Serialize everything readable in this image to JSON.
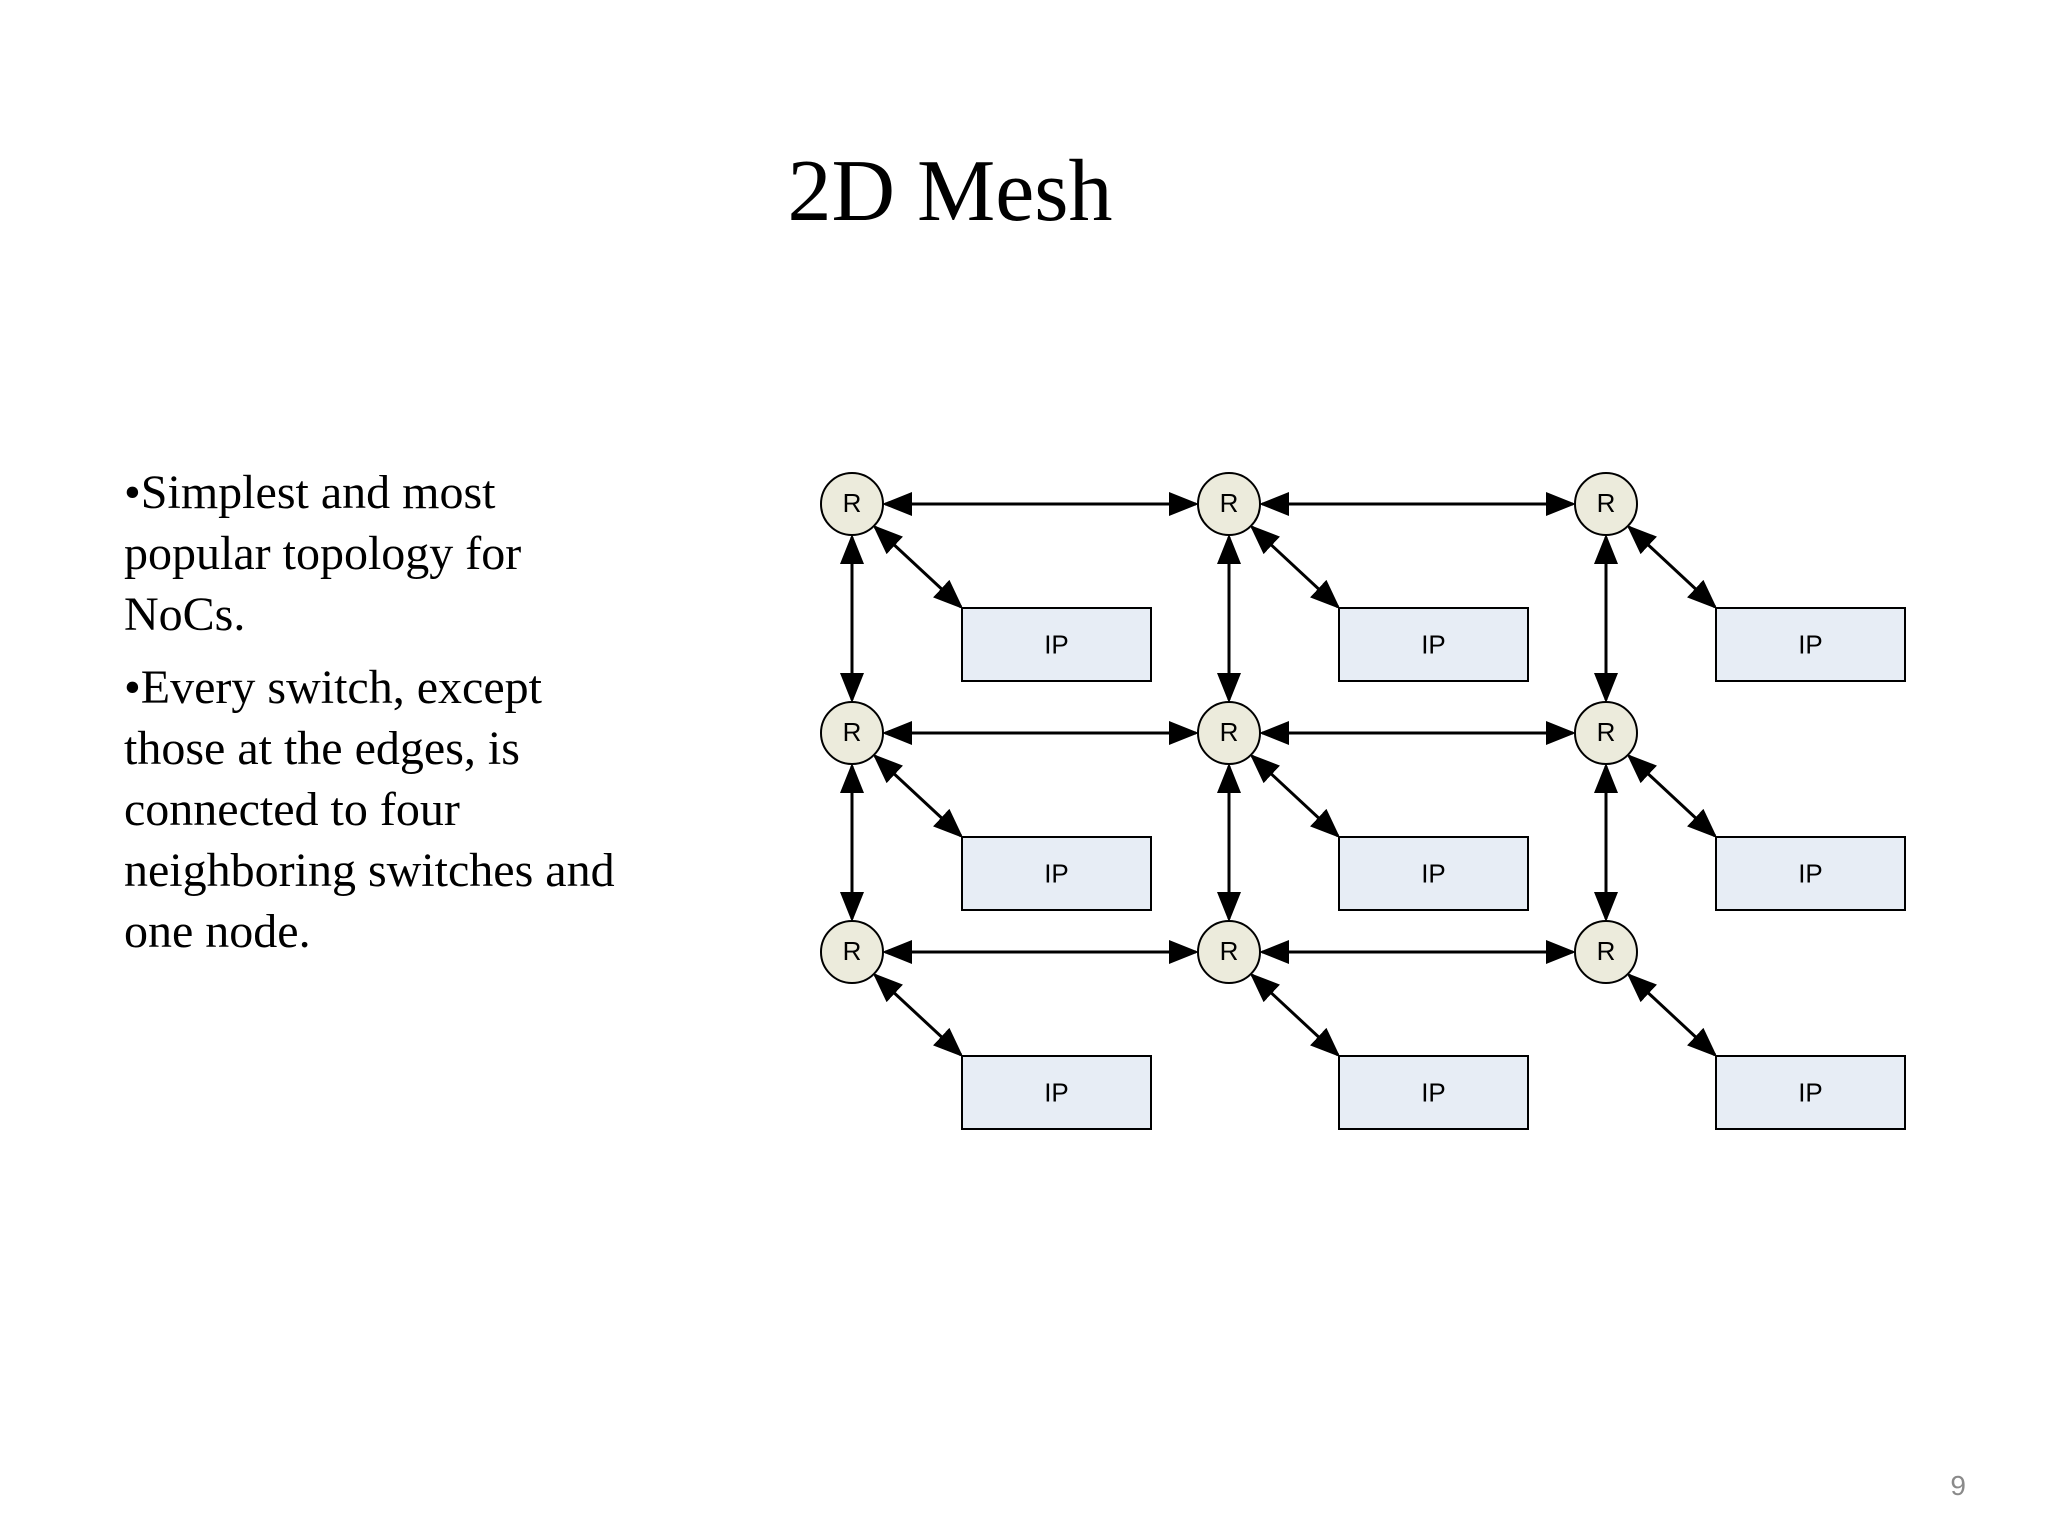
{
  "slide": {
    "title": "2D Mesh",
    "bullets": [
      "•Simplest and most popular topology for NoCs.",
      "•Every switch, except those at the edges, is connected to four neighboring switches and one node."
    ],
    "page_number": "9"
  },
  "diagram": {
    "rows": 3,
    "cols": 3,
    "router_label": "R",
    "ip_label": "IP",
    "colors": {
      "router_fill": "#ecebdc",
      "ip_fill": "#e7edf5",
      "stroke": "#000000"
    },
    "links": [
      "router-to-router horizontal bidirectional",
      "router-to-router vertical bidirectional",
      "router-to-ip bidirectional"
    ]
  }
}
